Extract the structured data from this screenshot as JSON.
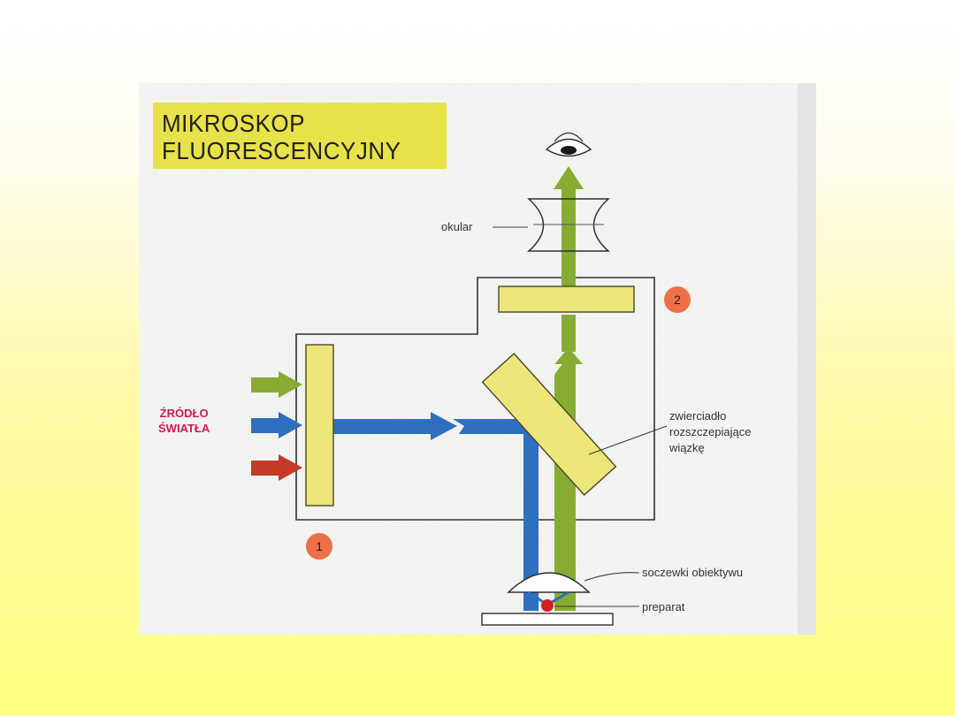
{
  "title": {
    "line1": "MIKROSKOP",
    "line2": "FLUORESCENCYJNY"
  },
  "labels": {
    "ocular": "okular",
    "light_source_line1": "ŹRÓDŁO",
    "light_source_line2": "ŚWIATŁA",
    "mirror_line1": "zwierciadło",
    "mirror_line2": "rozszczepiające",
    "mirror_line3": "wiązkę",
    "objective": "soczewki obiektywu",
    "specimen": "preparat"
  },
  "markers": {
    "filter_1": "1",
    "filter_2": "2"
  },
  "colors": {
    "background_top": "#ffffff",
    "background_bottom": "#ffff80",
    "title_box": "#e8e24a",
    "filter_yellow": "#ede67a",
    "green_light": "#86ad32",
    "blue_light": "#2f6fbf",
    "red_light": "#c33a2a",
    "source_text": "#d21a55",
    "marker": "#ee7048"
  }
}
